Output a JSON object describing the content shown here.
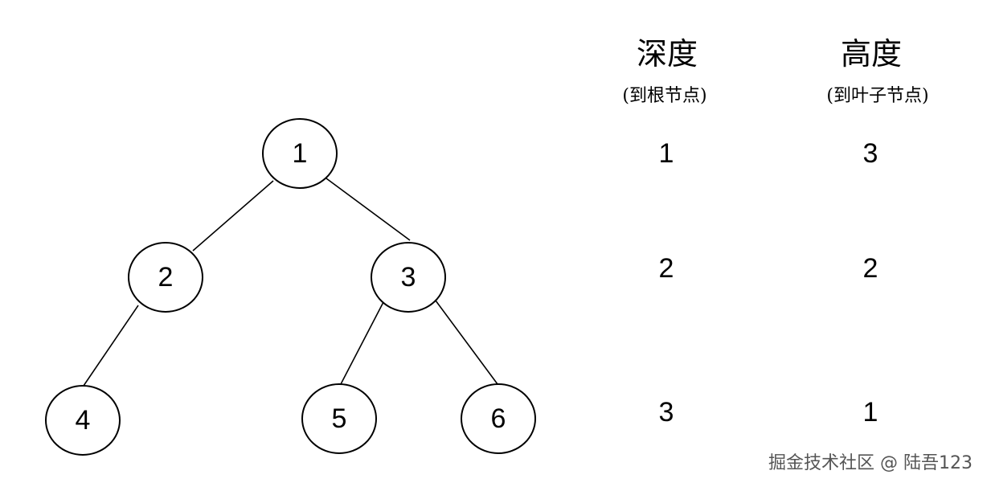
{
  "tree": {
    "nodes": [
      {
        "id": "1",
        "label": "1"
      },
      {
        "id": "2",
        "label": "2"
      },
      {
        "id": "3",
        "label": "3"
      },
      {
        "id": "4",
        "label": "4"
      },
      {
        "id": "5",
        "label": "5"
      },
      {
        "id": "6",
        "label": "6"
      }
    ],
    "edges": [
      [
        "1",
        "2"
      ],
      [
        "1",
        "3"
      ],
      [
        "2",
        "4"
      ],
      [
        "3",
        "5"
      ],
      [
        "3",
        "6"
      ]
    ]
  },
  "table": {
    "depth_title": "深度",
    "depth_subtitle": "(到根节点)",
    "height_title": "高度",
    "height_subtitle": "(到叶子节点)",
    "rows": [
      {
        "depth": "1",
        "height": "3"
      },
      {
        "depth": "2",
        "height": "2"
      },
      {
        "depth": "3",
        "height": "1"
      }
    ]
  },
  "watermark": "掘金技术社区 @ 陆吾123"
}
